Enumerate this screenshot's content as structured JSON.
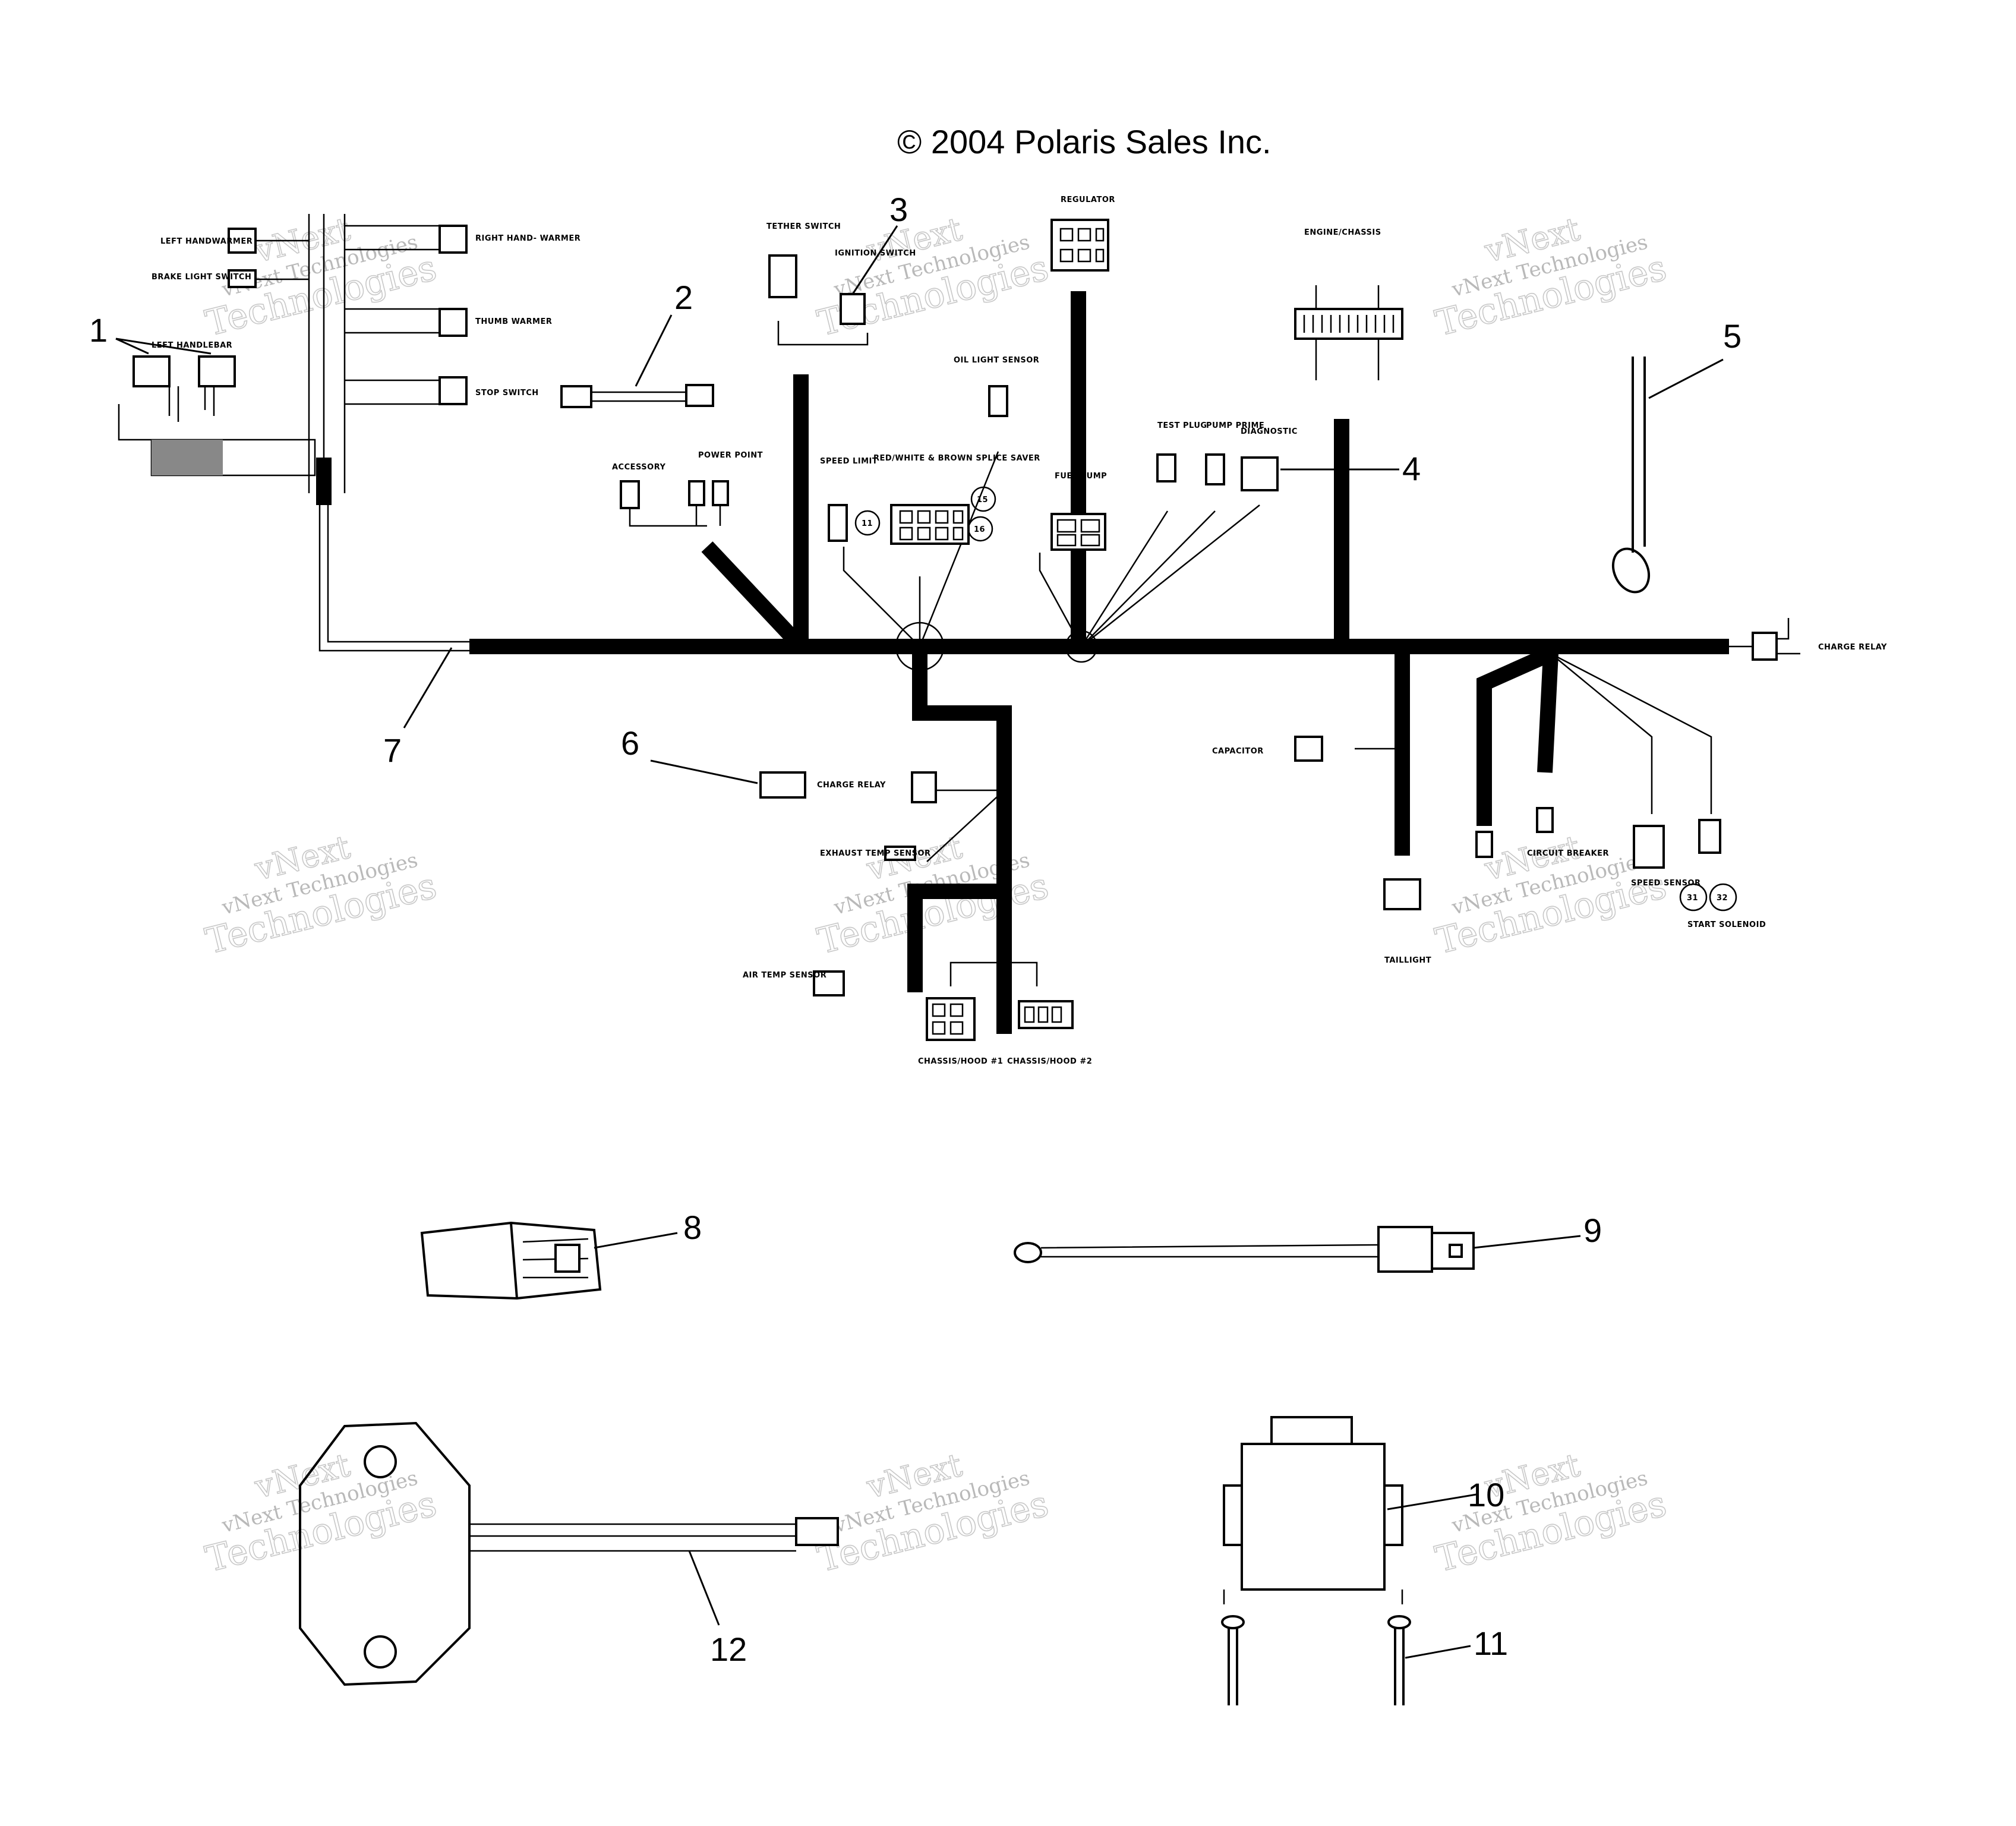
{
  "copyright": "© 2004 Polaris Sales Inc.",
  "watermark": {
    "line1": "vNext Technologies",
    "line2": "vNext",
    "line3": "Technologies"
  },
  "callouts": {
    "c1": "1",
    "c2": "2",
    "c3": "3",
    "c4": "4",
    "c5": "5",
    "c6": "6",
    "c7": "7",
    "c8": "8",
    "c9": "9",
    "c10": "10",
    "c11": "11",
    "c12": "12"
  },
  "labels": {
    "left_handlebar": "LEFT HANDLEBAR",
    "left_handwarmer": "LEFT HANDWARMER",
    "brake_light_switch": "BRAKE LIGHT SWITCH",
    "right_handwarmer": "RIGHT HAND- WARMER",
    "thumb_warmer": "THUMB WARMER",
    "stop_switch": "STOP SWITCH",
    "tether_switch": "TETHER SWITCH",
    "ignition_switch": "IGNITION SWITCH",
    "regulator": "REGULATOR",
    "engine_chassis": "ENGINE/CHASSIS",
    "oil_light_sensor": "OIL LIGHT SENSOR",
    "accessory": "ACCESSORY",
    "power_point": "POWER POINT",
    "speed_limit": "SPEED LIMIT",
    "splice_saver": "RED/WHITE & BROWN SPLICE SAVER",
    "fuel_pump": "FUEL PUMP",
    "test_plug": "TEST PLUG",
    "pump_prime": "PUMP PRIME",
    "diagnostic": "DIAGNOSTIC",
    "charge_relay_right": "CHARGE RELAY",
    "capacitor": "CAPACITOR",
    "circuit_breaker": "CIRCUIT BREAKER",
    "speed_sensor": "SPEED SENSOR",
    "start_solenoid": "START SOLENOID",
    "taillight": "TAILLIGHT",
    "charge_relay_center": "CHARGE RELAY",
    "exhaust_temp_sensor": "EXHAUST TEMP SENSOR",
    "air_temp_sensor": "AIR TEMP SENSOR",
    "chassis_hood_1": "CHASSIS/HOOD #1",
    "chassis_hood_2": "CHASSIS/HOOD #2",
    "node_11": "11",
    "node_15": "15",
    "node_16": "16",
    "node_31": "31",
    "node_32": "32"
  }
}
